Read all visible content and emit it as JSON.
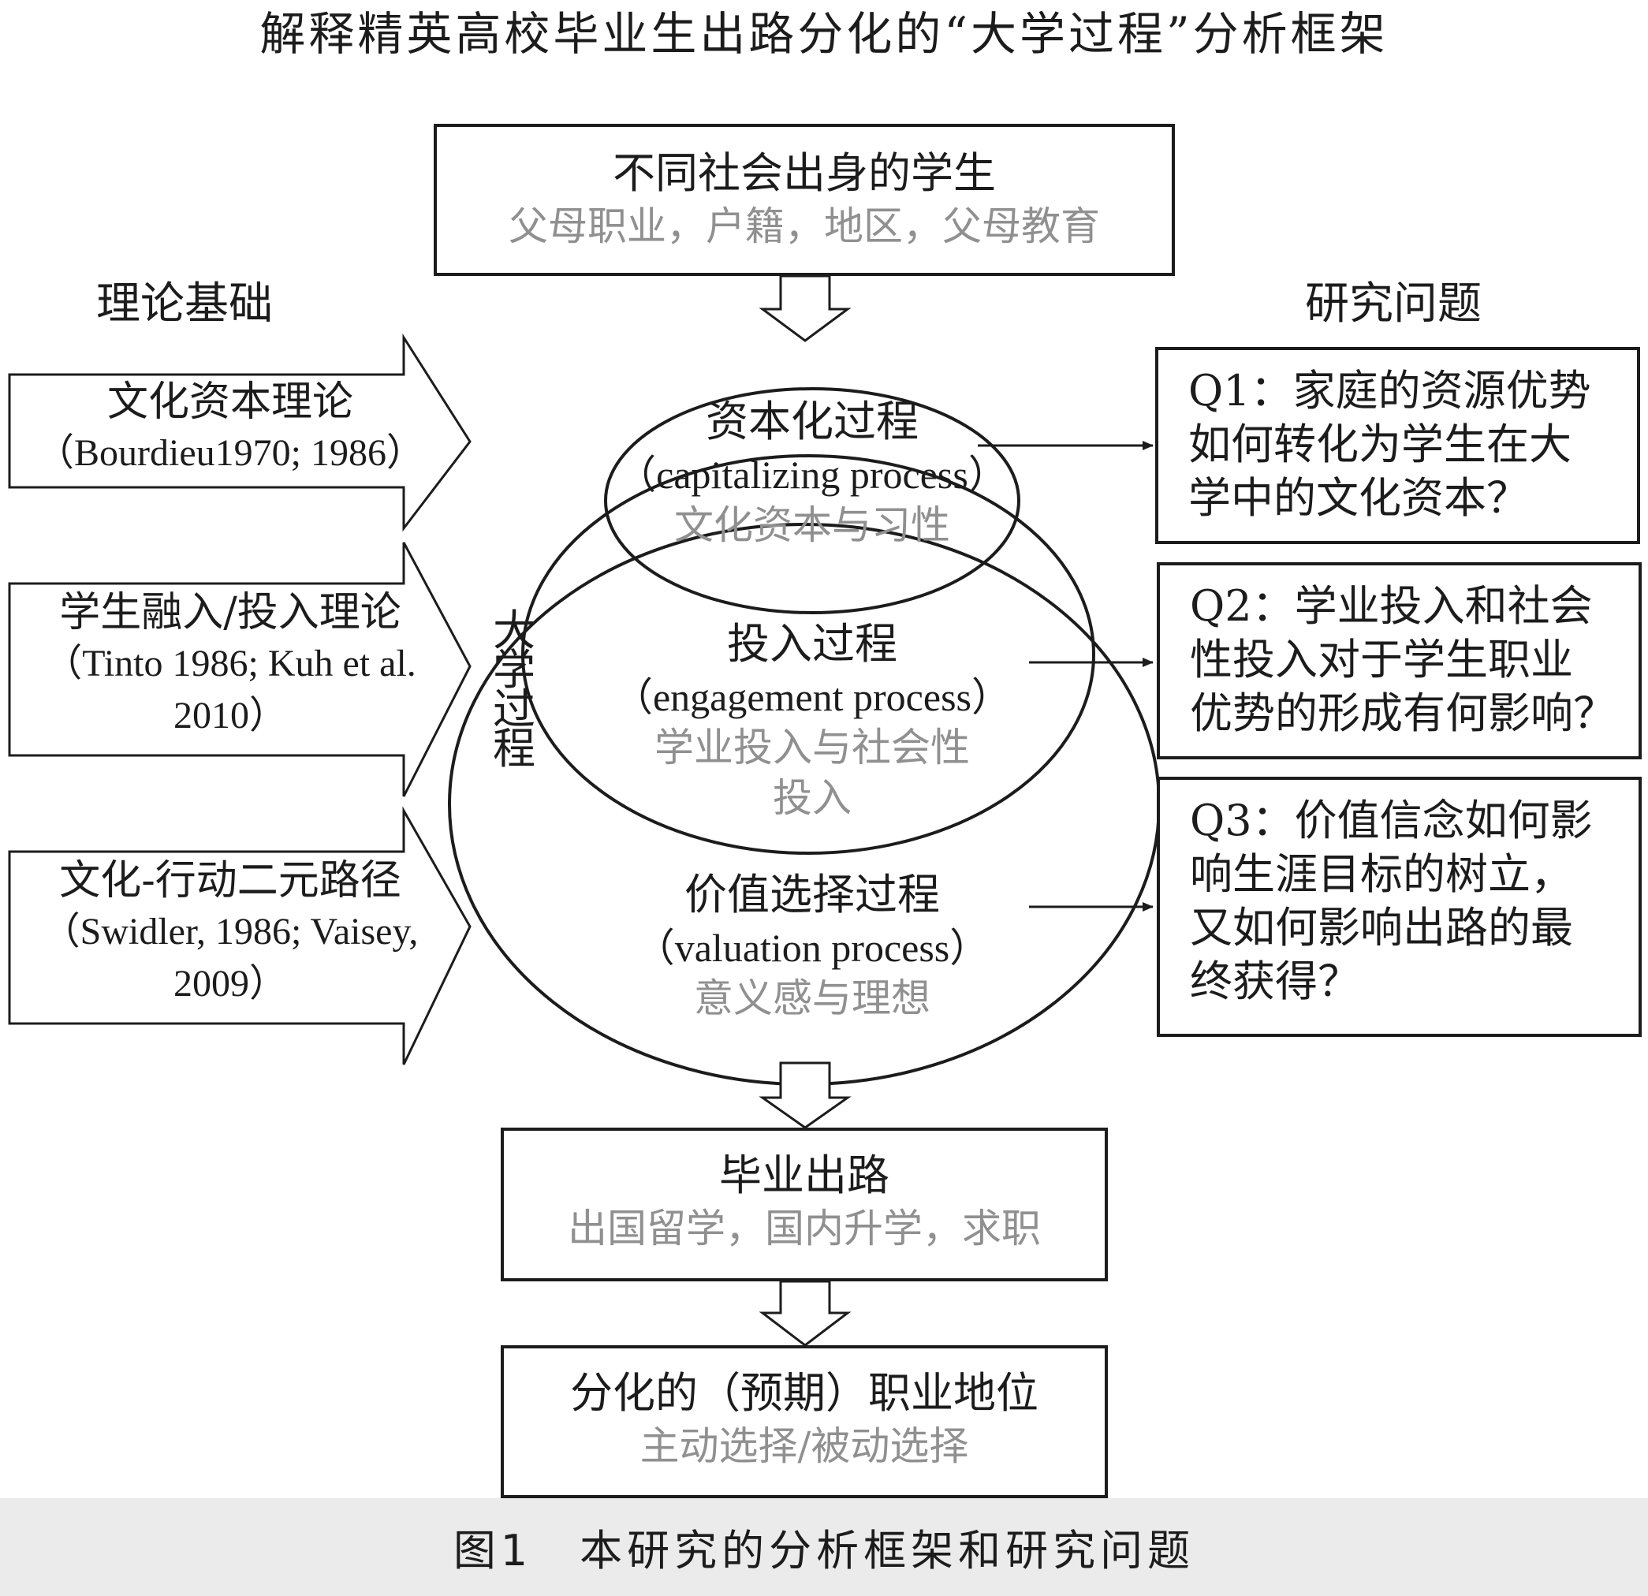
{
  "title": "解释精英高校毕业生出路分化的“大学过程”分析框架",
  "left_heading": "理论基础",
  "right_heading": "研究问题",
  "top_box": {
    "main": "不同社会出身的学生",
    "sub": "父母职业，户籍，地区，父母教育"
  },
  "theories": [
    {
      "name": "文化资本理论",
      "refs": [
        "（Bourdieu1970; 1986）"
      ]
    },
    {
      "name": "学生融入/投入理论",
      "refs": [
        "（Tinto 1986; Kuh et al.",
        "2010）"
      ]
    },
    {
      "name": "文化-行动二元路径",
      "refs": [
        "（Swidler, 1986; Vaisey,",
        "2009）"
      ]
    }
  ],
  "university_process_label": "大学过程",
  "processes": [
    {
      "name": "资本化过程",
      "english": "（capitalizing process）",
      "detail": [
        "文化资本与习性"
      ]
    },
    {
      "name": "投入过程",
      "english": "（engagement process）",
      "detail": [
        "学业投入与社会性",
        "投入"
      ]
    },
    {
      "name": "价值选择过程",
      "english": "（valuation process）",
      "detail": [
        "意义感与理想"
      ]
    }
  ],
  "questions": [
    {
      "text": "Q1：家庭的资源优势\n如何转化为学生在大\n学中的文化资本？"
    },
    {
      "text": "Q2：学业投入和社会\n性投入对于学生职业\n优势的形成有何影响？"
    },
    {
      "text": "Q3：价值信念如何影\n响生涯目标的树立，\n又如何影响出路的最\n终获得？"
    }
  ],
  "outcome_box": {
    "main": "毕业出路",
    "sub": "出国留学，国内升学，求职"
  },
  "status_box": {
    "main": "分化的（预期）职业地位",
    "sub": "主动选择/被动选择"
  },
  "caption": "图1　本研究的分析框架和研究问题"
}
